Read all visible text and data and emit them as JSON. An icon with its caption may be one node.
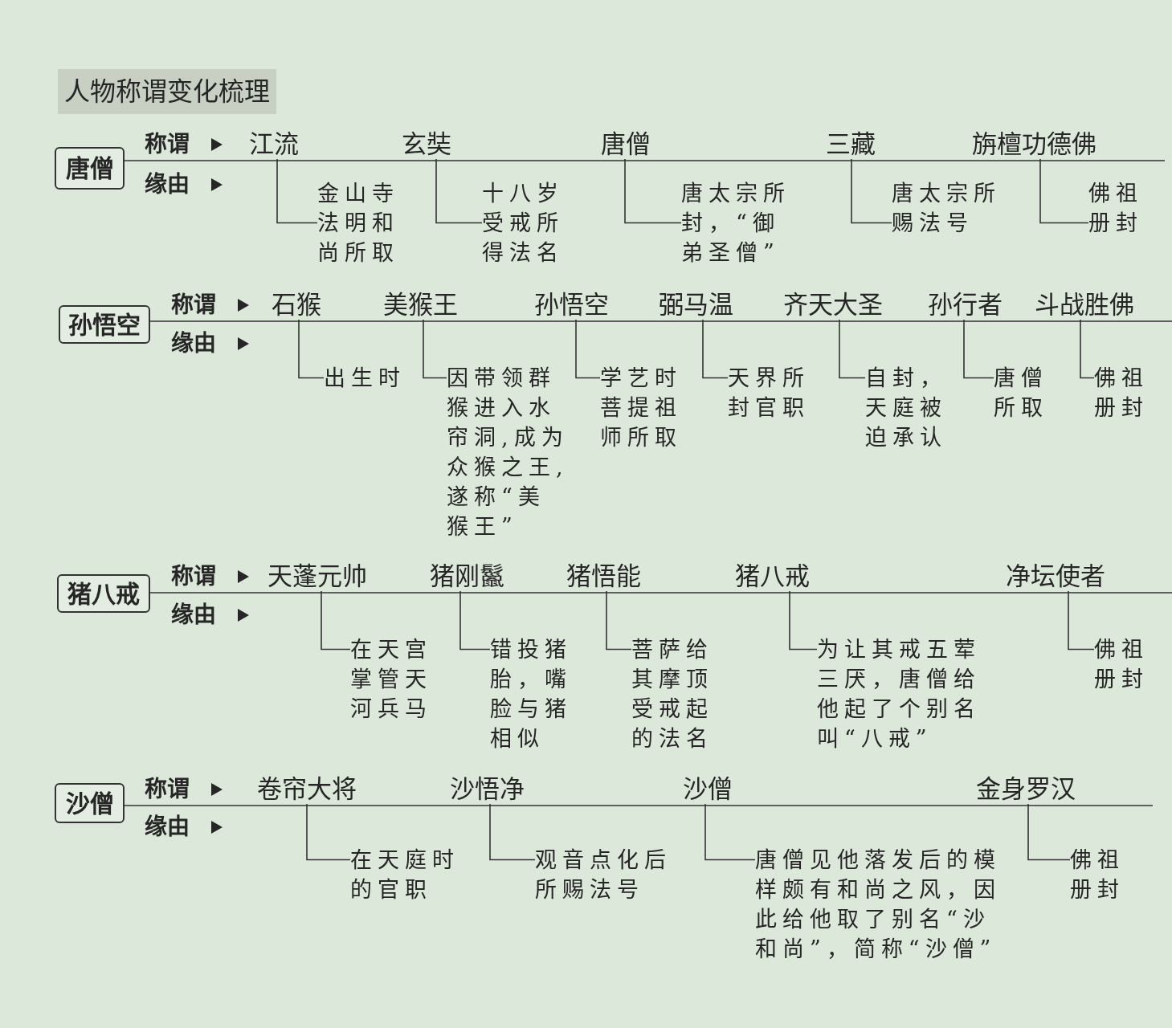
{
  "diagram": {
    "title": "人物称谓变化梳理",
    "nodes": [
      {
        "text": [
          "唐僧"
        ]
      },
      {
        "text": [
          "江流"
        ]
      },
      {
        "text": [
          "金山寺法明和尚所取"
        ]
      },
      {
        "text": [
          "玄奘"
        ]
      },
      {
        "text": [
          "十八岁受戒所得法名"
        ]
      },
      {
        "text": [
          "唐僧"
        ]
      },
      {
        "text": [
          "唐太宗所封，“御弟圣僧”"
        ]
      },
      {
        "text": [
          "三藏"
        ]
      },
      {
        "text": [
          "唐太宗所赐法号"
        ]
      },
      {
        "text": [
          "旃檀功德佛"
        ]
      },
      {
        "text": [
          "佛祖册封"
        ]
      },
      {
        "text": [
          "孙悟空"
        ]
      },
      {
        "text": [
          "石猴"
        ]
      },
      {
        "text": [
          "出生时"
        ]
      },
      {
        "text": [
          "美猴王"
        ]
      },
      {
        "text": [
          "因带领群猴进入水帘洞,成为众猴之王,遂称“美猴王”"
        ]
      },
      {
        "text": [
          "孙悟空"
        ]
      },
      {
        "text": [
          "学艺时菩提祖师所取"
        ]
      },
      {
        "text": [
          "弼马温"
        ]
      },
      {
        "text": [
          "天界所封官职"
        ]
      },
      {
        "text": [
          "齐天大圣"
        ]
      },
      {
        "text": [
          "自封，天庭被迫承认"
        ]
      },
      {
        "text": [
          "孙行者"
        ]
      },
      {
        "text": [
          "唐僧所取"
        ]
      },
      {
        "text": [
          "斗战胜佛"
        ]
      },
      {
        "text": [
          "佛祖册封"
        ]
      },
      {
        "text": [
          "猪八戒"
        ]
      },
      {
        "text": [
          "天蓬元帅"
        ]
      },
      {
        "text": [
          "在天宫掌管天河兵马"
        ]
      },
      {
        "text": [
          "猪刚鬣"
        ]
      },
      {
        "text": [
          "错投猪胎，嘴脸与猪相似"
        ]
      },
      {
        "text": [
          "猪悟能"
        ]
      },
      {
        "text": [
          "菩萨给其摩顶受戒起的法名"
        ]
      },
      {
        "text": [
          "猪八戒"
        ]
      },
      {
        "text": [
          "为让其戒五荤三厌，唐僧给他起了个别名叫“八戒”"
        ]
      },
      {
        "text": [
          "净坛使者"
        ]
      },
      {
        "text": [
          "佛祖册封"
        ]
      },
      {
        "text": [
          "沙僧"
        ]
      },
      {
        "text": [
          "卷帘大将"
        ]
      },
      {
        "text": [
          "在天庭时的官职"
        ]
      },
      {
        "text": [
          "沙悟净"
        ]
      },
      {
        "text": [
          "观音点化后所赐法号"
        ]
      },
      {
        "text": [
          "沙僧"
        ]
      },
      {
        "text": [
          "唐僧见他落发后的模样颇有和尚之风，因此给他取了别名“沙和尚”，简称“沙僧”"
        ]
      },
      {
        "text": [
          "金身罗汉"
        ]
      },
      {
        "text": [
          "佛祖册封"
        ]
      }
    ],
    "edges": [
      {
        "from": 0,
        "to": null,
        "arrow": "none"
      },
      {
        "from": 1,
        "to": 2,
        "arrow": "none"
      },
      {
        "from": 3,
        "to": 4,
        "arrow": "none"
      },
      {
        "from": 5,
        "to": 6,
        "arrow": "none"
      },
      {
        "from": 7,
        "to": 8,
        "arrow": "none"
      },
      {
        "from": 9,
        "to": 10,
        "arrow": "none"
      },
      {
        "from": 11,
        "to": null,
        "arrow": "none"
      },
      {
        "from": 12,
        "to": 13,
        "arrow": "none"
      },
      {
        "from": 14,
        "to": 15,
        "arrow": "none"
      },
      {
        "from": 16,
        "to": 17,
        "arrow": "none"
      },
      {
        "from": 18,
        "to": 19,
        "arrow": "none"
      },
      {
        "from": 20,
        "to": 21,
        "arrow": "none"
      },
      {
        "from": 22,
        "to": 23,
        "arrow": "none"
      },
      {
        "from": 24,
        "to": 25,
        "arrow": "none"
      },
      {
        "from": 26,
        "to": null,
        "arrow": "none"
      },
      {
        "from": 27,
        "to": 28,
        "arrow": "none"
      },
      {
        "from": 29,
        "to": 30,
        "arrow": "none"
      },
      {
        "from": 31,
        "to": 32,
        "arrow": "none"
      },
      {
        "from": 33,
        "to": 34,
        "arrow": "none"
      },
      {
        "from": 35,
        "to": 36,
        "arrow": "none"
      },
      {
        "from": 37,
        "to": null,
        "arrow": "none"
      },
      {
        "from": 38,
        "to": 39,
        "arrow": "none"
      },
      {
        "from": 40,
        "to": 41,
        "arrow": "none"
      },
      {
        "from": 42,
        "to": 43,
        "arrow": "none"
      },
      {
        "from": 44,
        "to": 45,
        "arrow": "none"
      }
    ],
    "labels": [
      "称谓",
      "缘由",
      "称谓",
      "缘由",
      "称谓",
      "缘由",
      "称谓",
      "缘由"
    ]
  }
}
